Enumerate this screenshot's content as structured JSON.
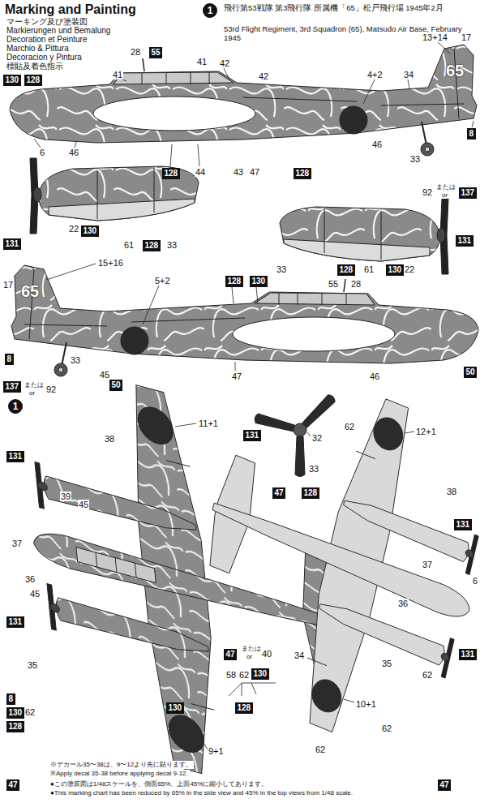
{
  "diagram": {
    "title": "Marking and Painting",
    "nodes": [
      {
        "text": [
          "1"
        ]
      },
      {
        "text": [
          "55"
        ]
      },
      {
        "text": [
          "130"
        ]
      },
      {
        "text": [
          "128"
        ]
      },
      {
        "text": [
          "8"
        ]
      },
      {
        "text": [
          "128"
        ]
      },
      {
        "text": [
          "128"
        ]
      },
      {
        "text": [
          "137"
        ]
      },
      {
        "text": [
          "131"
        ]
      },
      {
        "text": [
          "130"
        ]
      },
      {
        "text": [
          "128"
        ]
      },
      {
        "text": [
          "131"
        ]
      },
      {
        "text": [
          "130"
        ]
      },
      {
        "text": [
          "128"
        ]
      },
      {
        "text": [
          "128"
        ]
      },
      {
        "text": [
          "130"
        ]
      },
      {
        "text": [
          "8"
        ]
      },
      {
        "text": [
          "137"
        ]
      },
      {
        "text": [
          "50"
        ]
      },
      {
        "text": [
          "50"
        ]
      },
      {
        "text": [
          "1"
        ]
      },
      {
        "text": [
          "131"
        ]
      },
      {
        "text": [
          "131"
        ]
      },
      {
        "text": [
          "47"
        ]
      },
      {
        "text": [
          "128"
        ]
      },
      {
        "text": [
          "131"
        ]
      },
      {
        "text": [
          "131"
        ]
      },
      {
        "text": [
          "47"
        ]
      },
      {
        "text": [
          "131"
        ]
      },
      {
        "text": [
          "130"
        ]
      },
      {
        "text": [
          "128"
        ]
      },
      {
        "text": [
          "130"
        ]
      },
      {
        "text": [
          "8"
        ]
      },
      {
        "text": [
          "130"
        ]
      },
      {
        "text": [
          "128"
        ]
      },
      {
        "text": [
          "47"
        ]
      },
      {
        "text": [
          "47"
        ]
      }
    ],
    "labels": [
      "マーキング及び塗装図",
      "Markierungen und Bemalung",
      "Decoration et Peinture",
      "Marchio & Pittura",
      "Decoracion y Pintura",
      "標貼及着色指示",
      "飛行第53戦隊 第3飛行隊 所属機「65」松戸飛行場 1945年2月",
      "53rd Flight Regiment, 3rd Squadron (65), Matsudo Air Base, February 1945",
      "41",
      "28",
      "41",
      "42",
      "42",
      "4+2",
      "34",
      "13+14",
      "17",
      "6",
      "46",
      "44",
      "43",
      "47",
      "46",
      "33",
      "92",
      "または",
      "or",
      "65",
      "22",
      "61",
      "33",
      "22",
      "61",
      "33",
      "15+16",
      "17",
      "5+2",
      "55",
      "28",
      "33",
      "または",
      "or",
      "92",
      "45",
      "47",
      "46",
      "65",
      "32",
      "33",
      "11+1",
      "38",
      "39",
      "45",
      "37",
      "36",
      "45",
      "35",
      "34",
      "または",
      "or",
      "40",
      "58",
      "62",
      "62",
      "9+1",
      "12+1",
      "62",
      "38",
      "37",
      "6",
      "36",
      "35",
      "62",
      "10+1",
      "62",
      "62",
      "※デカール35〜38は、9〜12より先に貼ります。",
      "※Apply decal 35-38 before applying decal 9-12.",
      "●この塗装図は1/48スケールを、側面65%、上面45%に縮小してあります。",
      "●This marking chart has been reduced by 65% in the side view and 45% in the top views from 1/48 scale."
    ]
  }
}
